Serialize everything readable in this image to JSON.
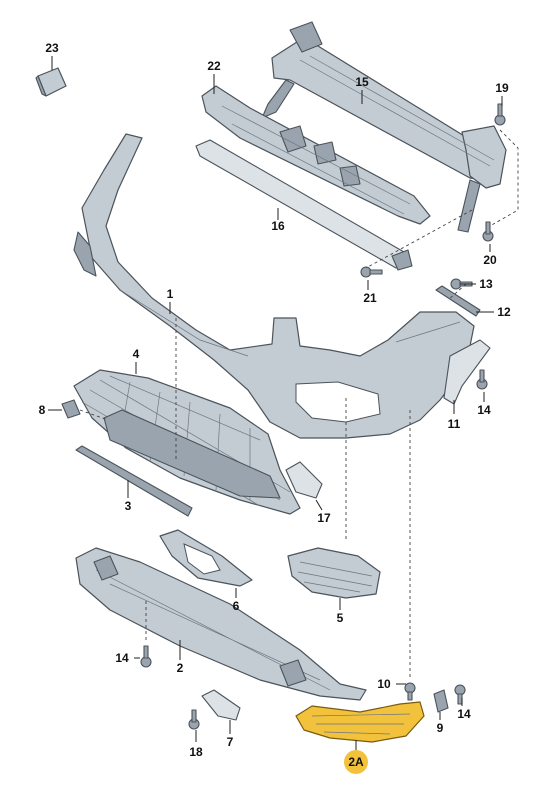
{
  "labels": {
    "c1": "1",
    "c2": "2",
    "c2A": "2A",
    "c3": "3",
    "c4": "4",
    "c5": "5",
    "c6": "6",
    "c7": "7",
    "c8": "8",
    "c9": "9",
    "c10": "10",
    "c11": "11",
    "c12": "12",
    "c13": "13",
    "c14a": "14",
    "c14b": "14",
    "c14c": "14",
    "c15": "15",
    "c16": "16",
    "c17": "17",
    "c18": "18",
    "c19": "19",
    "c20": "20",
    "c21": "21",
    "c22": "22",
    "c23": "23"
  },
  "colors": {
    "highlighted_part": "#f3c23c",
    "part_fill": "#c3cbd3",
    "outline": "#4b535b"
  }
}
